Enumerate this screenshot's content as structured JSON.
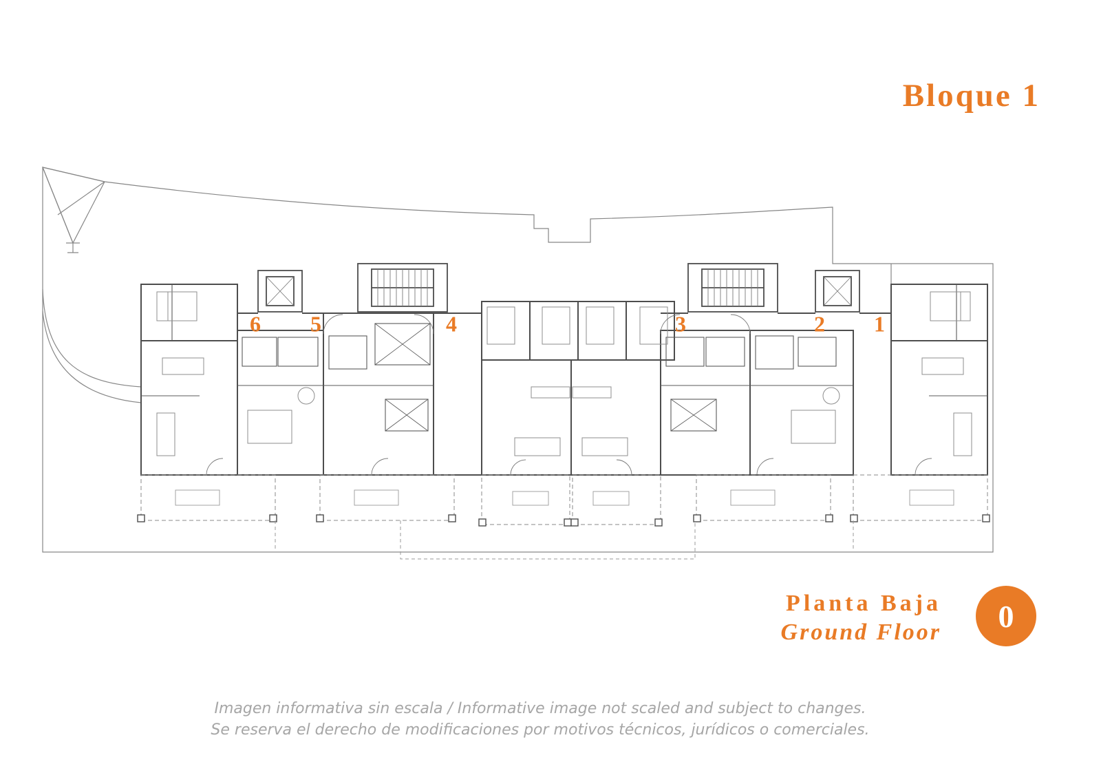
{
  "header": {
    "title": "Bloque 1"
  },
  "plan": {
    "unit_labels": [
      {
        "label": "6"
      },
      {
        "label": "5"
      },
      {
        "label": "4"
      },
      {
        "label": "3"
      },
      {
        "label": "2"
      },
      {
        "label": "1"
      }
    ]
  },
  "floor": {
    "title_es": "Planta Baja",
    "title_en": "Ground Floor",
    "level_badge": "0"
  },
  "disclaimer": {
    "line1": "Imagen informativa sin escala /  Informative image not scaled and subject to changes.",
    "line2": "Se reserva el derecho de modificaciones por motivos técnicos, jurídicos o comerciales."
  },
  "colors": {
    "accent": "#E97B26",
    "wall_line": "#4d4d4d",
    "muted_text": "#a6a6a6"
  }
}
